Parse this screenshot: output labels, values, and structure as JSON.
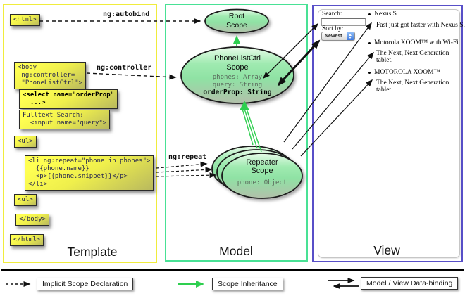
{
  "columns": {
    "template_label": "Template",
    "model_label": "Model",
    "view_label": "View"
  },
  "template": {
    "html_open": "<html>",
    "body_open": "<body\n ng:controller=\n \"PhoneListCtrl\">",
    "select_box": "<select name=\"orderProp\"\n  ...>",
    "fulltext_box": "Fulltext Search:\n  <input name=\"query\">",
    "ul_open": "<ul>",
    "li_repeat": "<li ng:repeat=\"phone in phones\">\n  {{phone.name}}\n  <p>{{phone.snippet}}</p>\n</li>",
    "ul_close": "<ul>",
    "body_close": "</body>",
    "html_close": "</html>",
    "arrow_labels": {
      "autobind": "ng:autobind",
      "controller": "ng:controller",
      "repeat": "ng:repeat"
    }
  },
  "model": {
    "root_scope_title": "Root\nScope",
    "phonelist_title": "PhoneListCtrl\nScope",
    "phonelist_props": "phones: Array\nquery: String",
    "phonelist_prop_bold": "orderProp: String",
    "repeater_title": "Repeater\nScope",
    "repeater_prop": "phone: Object"
  },
  "view": {
    "search_label": "Search:",
    "search_value": "",
    "sort_label": "Sort by:",
    "sort_value": "Newest",
    "items": [
      {
        "title": "Nexus S",
        "desc": "Fast just got faster with Nexus S."
      },
      {
        "title": "Motorola XOOM™ with Wi-Fi",
        "desc": "The Next, Next Generation tablet."
      },
      {
        "title": "MOTOROLA XOOM™",
        "desc": "The Next, Next Generation tablet."
      }
    ]
  },
  "legend": {
    "implicit": "Implicit Scope Declaration",
    "inheritance": "Scope Inheritance",
    "databinding": "Model / View Data-binding"
  },
  "colors": {
    "template_border": "#f0ec3d",
    "model_border": "#49e195",
    "view_border": "#584fc8",
    "inheritance_green": "#2ecf4f",
    "code_box_yellow": "#ffff52",
    "scope_green": "#9feab0"
  }
}
